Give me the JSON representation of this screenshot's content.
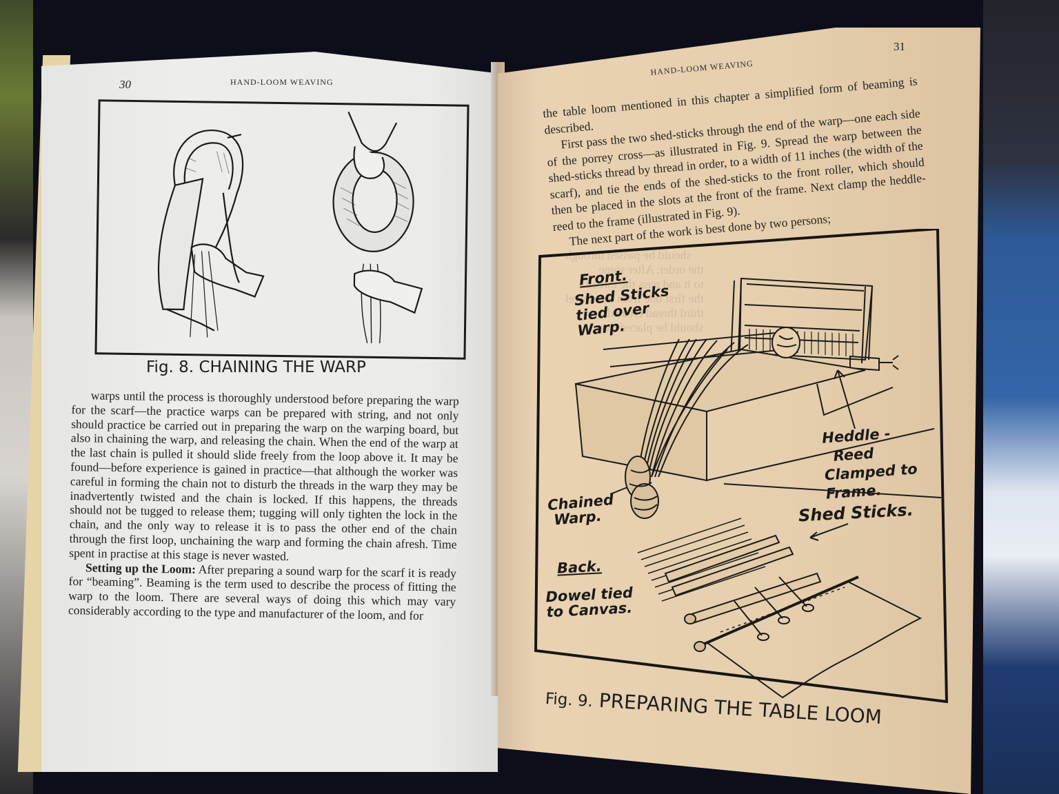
{
  "left_page": {
    "page_number": "30",
    "running_head": "HAND-LOOM WEAVING",
    "figure": {
      "number": "Fig. 8.",
      "title": "CHAINING THE WARP",
      "illustration": "hands chaining a warp into loops"
    },
    "paragraphs": [
      "warps until the process is thoroughly understood before preparing the warp for the scarf—the practice warps can be prepared with string, and not only should practice be carried out in preparing the warp on the warping board, but also in chaining the warp, and releasing the chain. When the end of the warp at the last chain is pulled it should slide freely from the loop above it. It may be found—before experience is gained in practice—that although the worker was careful in forming the chain not to disturb the threads in the warp they may be inadvertently twisted and the chain is locked. If this happens, the threads should not be tugged to release them; tugging will only tighten the lock in the chain, and the only way to release it is to pass the other end of the chain through the first loop, unchaining the warp and forming the chain afresh. Time spent in practise at this stage is never wasted."
    ],
    "section": {
      "heading": "Setting up the Loom:",
      "text": " After preparing a sound warp for the scarf it is ready for “beaming”. Beaming is the term used to describe the process of fitting the warp to the loom. There are several ways of doing this which may vary considerably according to the type and manufacturer of the loom, and for"
    }
  },
  "right_page": {
    "page_number": "31",
    "running_head": "HAND-LOOM WEAVING",
    "paragraphs": [
      "the table loom mentioned in this chapter a simplified form of beaming is described.",
      "First pass the two shed-sticks through the end of the warp—one each side of the porrey cross—as illustrated in Fig. 9. Spread the warp between the shed-sticks thread by thread in order, to a width of 11 inches (the width of the scarf), and tie the ends of the shed-sticks to the front roller, which should then be placed in the slots at the front of the frame. Next clamp the heddle-reed to the frame (illustrated in Fig. 9).",
      "The next part of the work is best done by two persons;"
    ],
    "figure": {
      "number": "Fig. 9.",
      "title": "PREPARING THE TABLE LOOM",
      "labels": {
        "front_title": "Front.",
        "front_desc": "Shed Sticks\ntied over\nWarp.",
        "heddle": "Heddle -\n  Reed\nClamped to\nFrame.",
        "shed_sticks": "Shed Sticks.",
        "chained_warp": "Chained\n Warp.",
        "back_title": "Back.",
        "back_desc": "Dowel tied\nto Canvas."
      }
    }
  },
  "colors": {
    "left_paper": "#ebebe8",
    "right_paper": "#e6cfae",
    "ink": "#1e1e1e",
    "background": "#0d0e1a"
  }
}
